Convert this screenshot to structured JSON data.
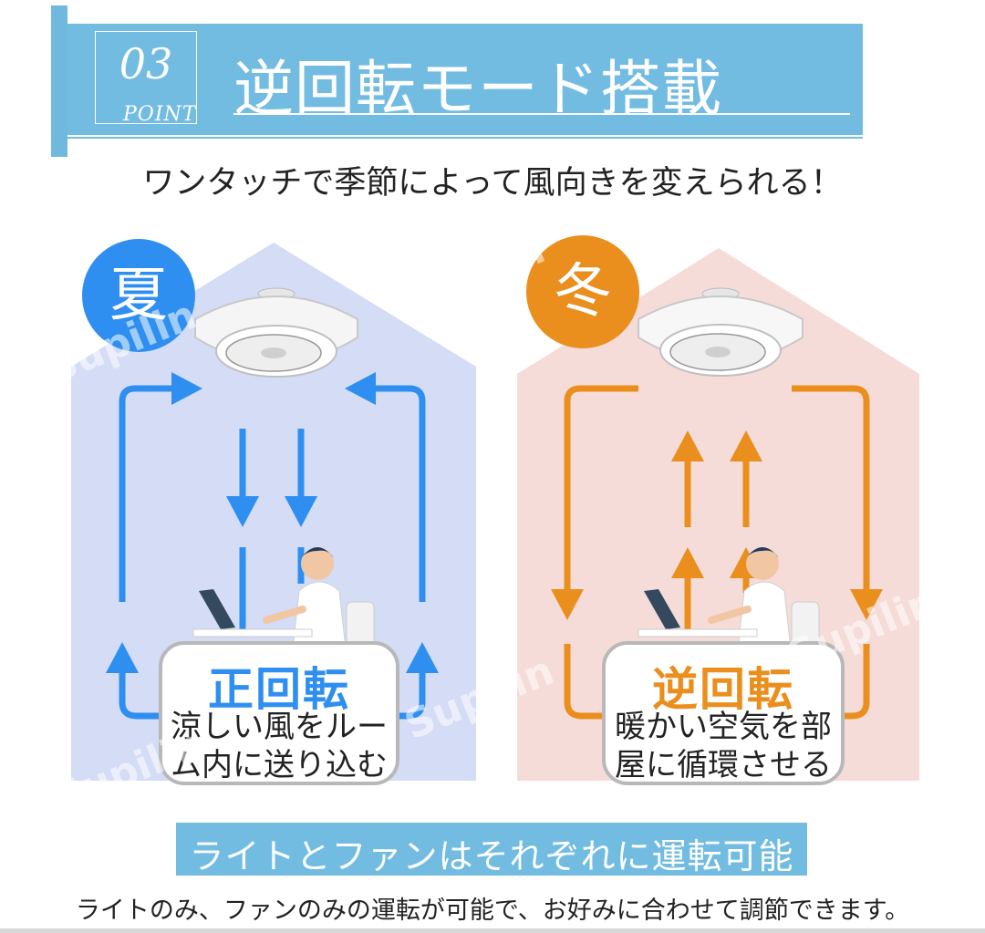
{
  "header": {
    "point_number": "03",
    "point_label": "POINT",
    "title": "逆回転モード搭載"
  },
  "subtitle": "ワンタッチで季節によって風向きを変えられる！",
  "summer": {
    "badge": "夏",
    "mode_title": "正回転",
    "desc_line1": "涼しい風をルー",
    "desc_line2": "ム内に送り込む"
  },
  "winter": {
    "badge": "冬",
    "mode_title": "逆回転",
    "desc_line1": "暖かい空気を部",
    "desc_line2": "屋に循環させる"
  },
  "banner": "ライトとファンはそれぞれに運転可能",
  "footer": "ライトのみ、ファンのみの運転が可能で、お好みに合わせて調節できます。",
  "watermark": "Supilin",
  "colors": {
    "header_blue": "#72bce2",
    "summer_bg": "#d4dcf6",
    "summer_arrow": "#2e8ff0",
    "winter_bg": "#f6dcd8",
    "winter_arrow": "#ea8f1e"
  },
  "icons": [
    "ceiling-fan-icon",
    "person-at-laptop-icon",
    "arrow-up-icon",
    "arrow-down-icon"
  ]
}
